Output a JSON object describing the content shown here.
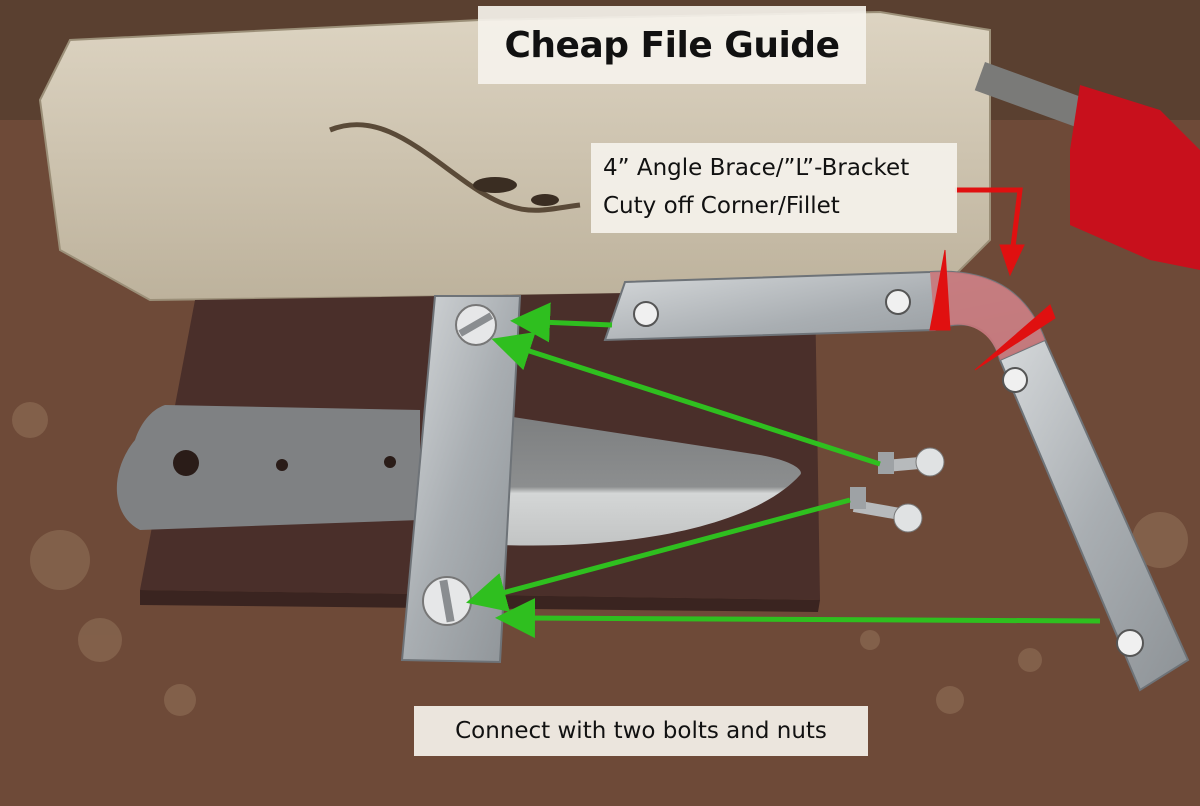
{
  "image": {
    "title": "Cheap File Guide",
    "bracket_label": {
      "line1": "4” Angle Brace/”L”-Bracket",
      "line2": "Cuty off Corner/Fillet"
    },
    "bottom_label": "Connect with two bolts and nuts"
  },
  "colors": {
    "wood_bench": "#6e4a38",
    "log": "#cfc6b4",
    "board": "#4a2f2a",
    "steel": "#b8bcbf",
    "arrow_green": "#2fbf1f",
    "marker_red": "#e01010",
    "clamp_red": "#c8101c"
  }
}
